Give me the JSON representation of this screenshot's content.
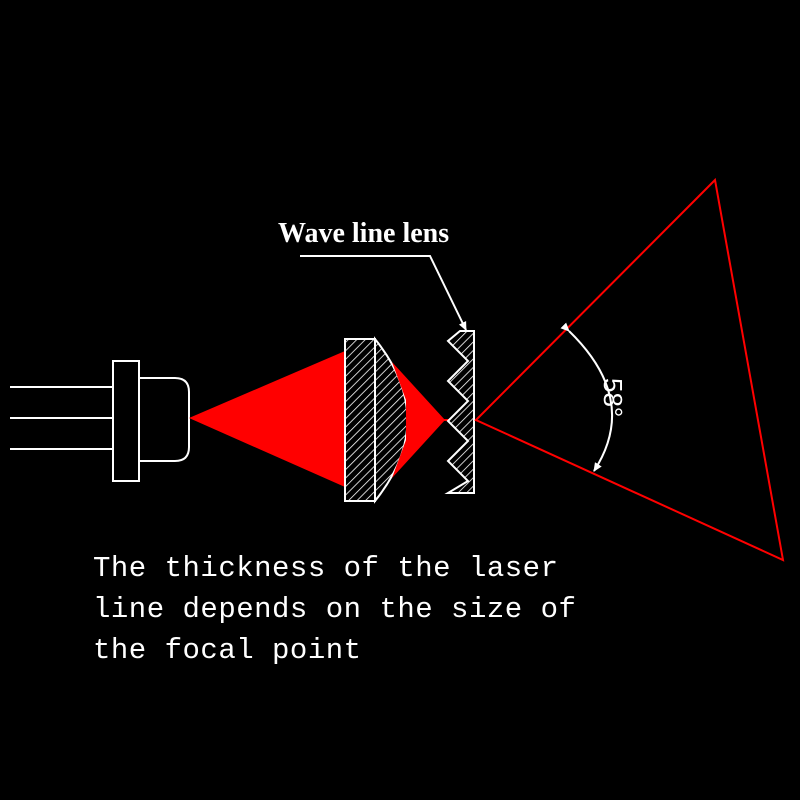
{
  "colors": {
    "background": "#000000",
    "laser": "#ff0000",
    "outline": "#ffffff"
  },
  "lens_label": "Wave line lens",
  "angle_label": "58°",
  "caption": {
    "line1": "The thickness of the laser",
    "line2": "line depends on the size of",
    "line3": "the focal point"
  }
}
